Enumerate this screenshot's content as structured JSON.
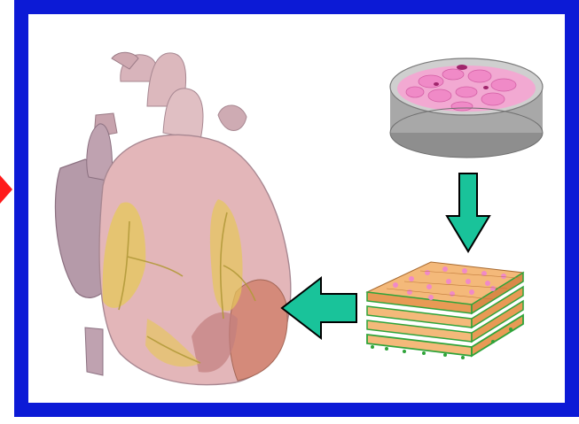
{
  "colors": {
    "frame_border": "#0c1ad6",
    "arrow_fill": "#19c39a",
    "arrow_stroke": "#000000",
    "side_marker": "#ff1a1a",
    "heart_main": "#e3b6b9",
    "heart_shadow": "#c98c93",
    "fat_yellow": "#e6c85a",
    "vessel_purple": "#b59aa9",
    "dish_liquid": "#f2a9d2",
    "cell_pink": "#f08ac7",
    "tissue_orange": "#f4b97a",
    "tissue_green": "#2fa43a"
  },
  "icons": {
    "left_marker": "red-diamond-icon",
    "down_arrow": "down-arrow-icon",
    "left_arrow": "left-arrow-icon"
  },
  "illustrations": {
    "heart": "heart-illustration",
    "dish": "petri-dish-illustration",
    "tissue": "tissue-sheet-stack-illustration"
  }
}
